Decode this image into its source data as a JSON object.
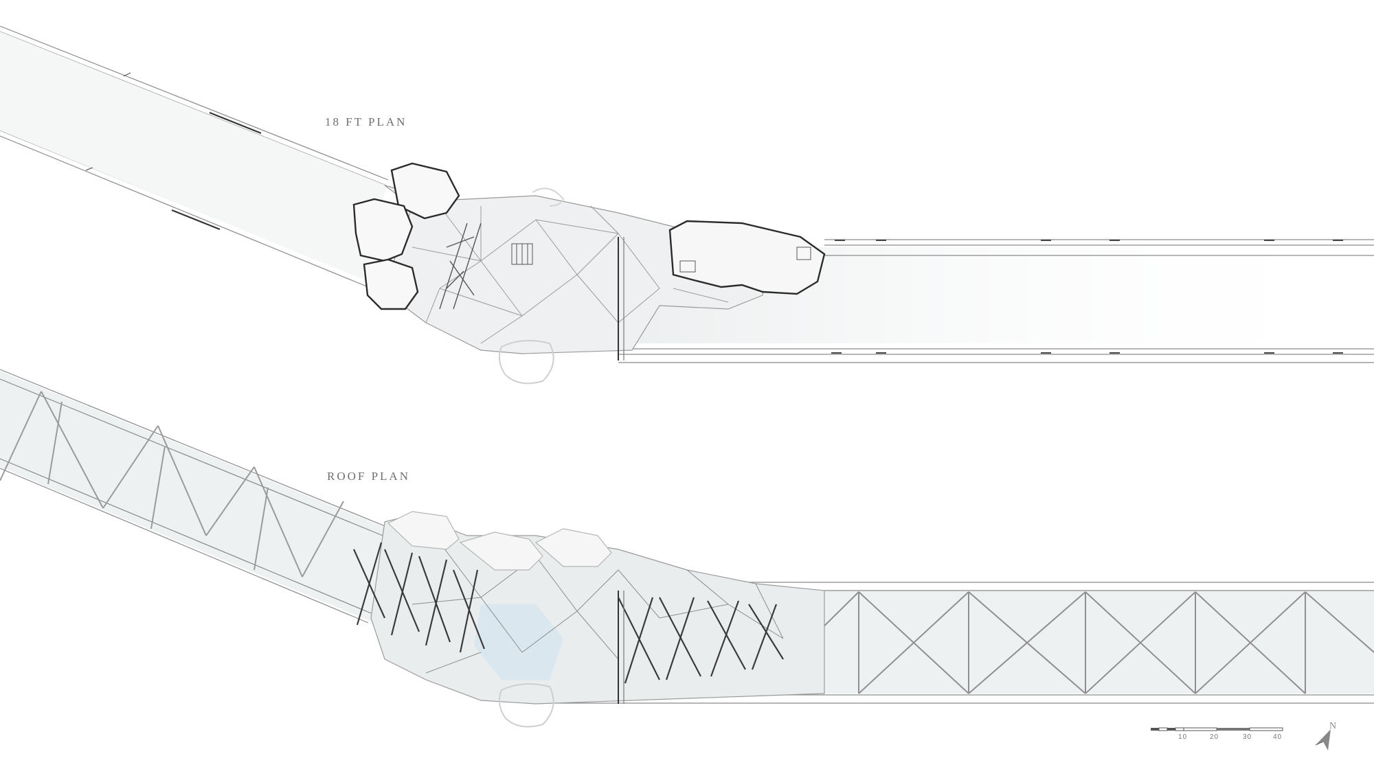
{
  "labels": {
    "plan_18ft": "18 FT PLAN",
    "plan_roof": "ROOF PLAN"
  },
  "scale_bar": {
    "ticks": [
      "10",
      "20",
      "30",
      "40"
    ]
  },
  "north_arrow": {
    "letter": "N"
  },
  "colors": {
    "line": "#6a6a6a",
    "heavy": "#2a2a2a",
    "glass": "#e7ecee",
    "glass_blue": "#dbe7ee"
  }
}
